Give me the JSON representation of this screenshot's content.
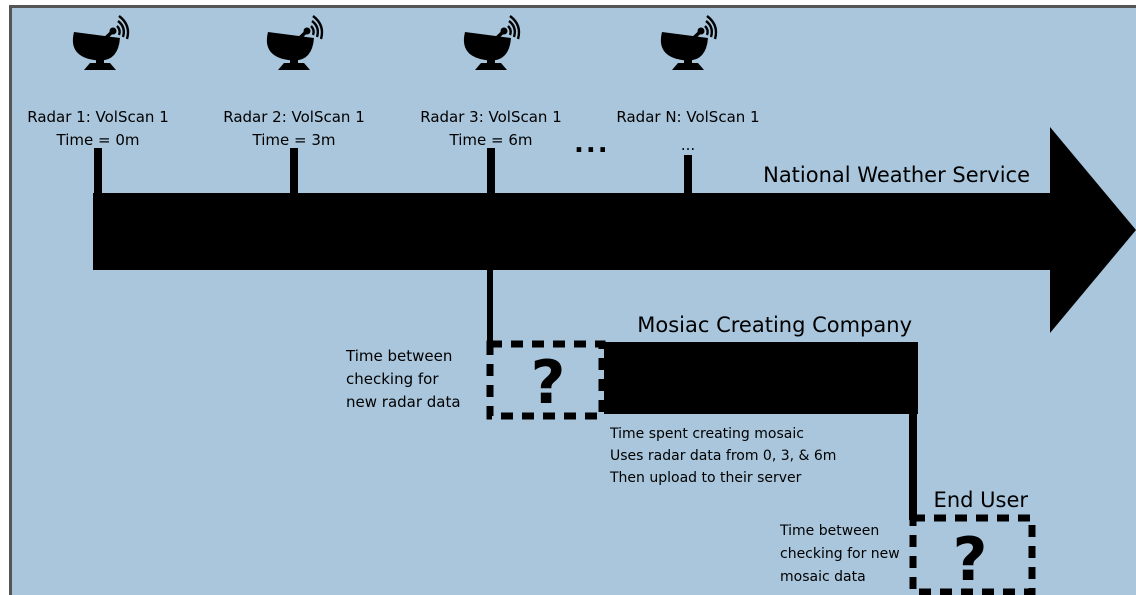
{
  "colors": {
    "background": "#a9c6dc",
    "ink": "#000000",
    "border": "#555555"
  },
  "radars": [
    {
      "name": "Radar 1: VolScan 1",
      "time": "Time = 0m"
    },
    {
      "name": "Radar 2: VolScan 1",
      "time": "Time = 3m"
    },
    {
      "name": "Radar 3: VolScan 1",
      "time": "Time = 6m"
    },
    {
      "name": "Radar N: VolScan 1",
      "time": "..."
    }
  ],
  "radar_icon": "satellite-dish-icon",
  "ellipsis": "...",
  "nws_label": "National Weather Service",
  "mosaic": {
    "title": "Mosiac Creating Company",
    "check_note": [
      "Time between",
      "checking for",
      "new radar data"
    ],
    "unknown": "?",
    "process_note": [
      "Time spent creating mosaic",
      "Uses radar data from 0, 3, & 6m",
      "Then upload to their server"
    ]
  },
  "end_user": {
    "title": "End User",
    "check_note": [
      "Time between",
      "checking for new",
      "mosaic data"
    ],
    "unknown": "?"
  }
}
